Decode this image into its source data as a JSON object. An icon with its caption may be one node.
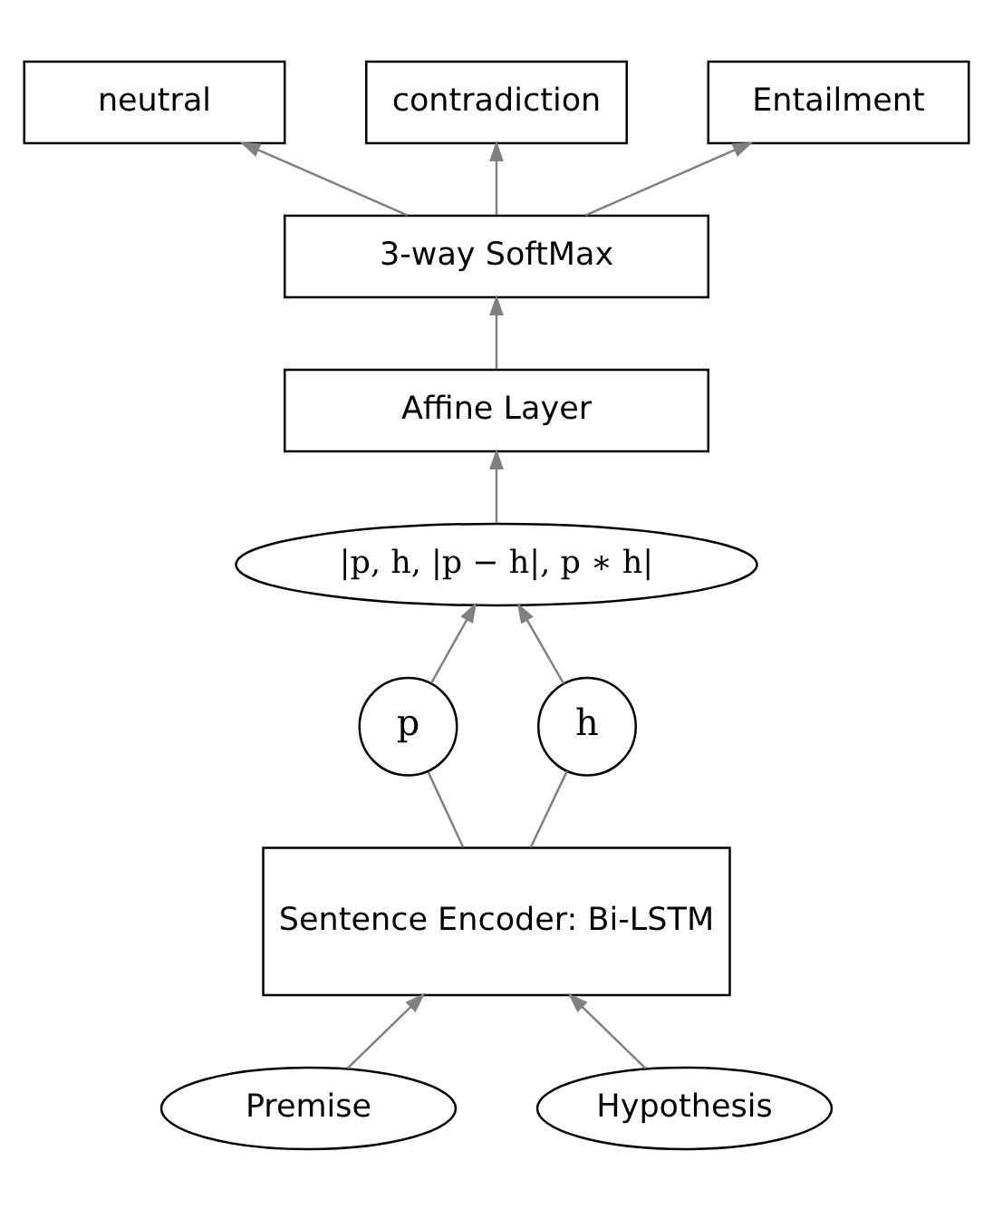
{
  "diagram": {
    "nodes": [
      {
        "text": [
          "neutral"
        ]
      },
      {
        "text": [
          "contradiction"
        ]
      },
      {
        "text": [
          "Entailment"
        ]
      },
      {
        "text": [
          "3-way SoftMax"
        ]
      },
      {
        "text": [
          "Affine Layer"
        ]
      },
      {
        "text": [
          "|p, h, |p − h|, p ∗ h|"
        ]
      },
      {
        "text": [
          "p"
        ]
      },
      {
        "text": [
          "h"
        ]
      },
      {
        "text": [
          "Sentence Encoder: Bi-LSTM"
        ]
      },
      {
        "text": [
          "Premise"
        ]
      },
      {
        "text": [
          "Hypothesis"
        ]
      }
    ],
    "edges": [
      {
        "from": 3,
        "to": 0,
        "arrow": "to"
      },
      {
        "from": 3,
        "to": 1,
        "arrow": "to"
      },
      {
        "from": 3,
        "to": 2,
        "arrow": "to"
      },
      {
        "from": 4,
        "to": 3,
        "arrow": "to"
      },
      {
        "from": 5,
        "to": 4,
        "arrow": "to"
      },
      {
        "from": 6,
        "to": 5,
        "arrow": "to"
      },
      {
        "from": 7,
        "to": 5,
        "arrow": "to"
      },
      {
        "from": 8,
        "to": 6,
        "arrow": "none"
      },
      {
        "from": 8,
        "to": 7,
        "arrow": "none"
      },
      {
        "from": 9,
        "to": 8,
        "arrow": "to"
      },
      {
        "from": 10,
        "to": 8,
        "arrow": "to"
      }
    ]
  }
}
